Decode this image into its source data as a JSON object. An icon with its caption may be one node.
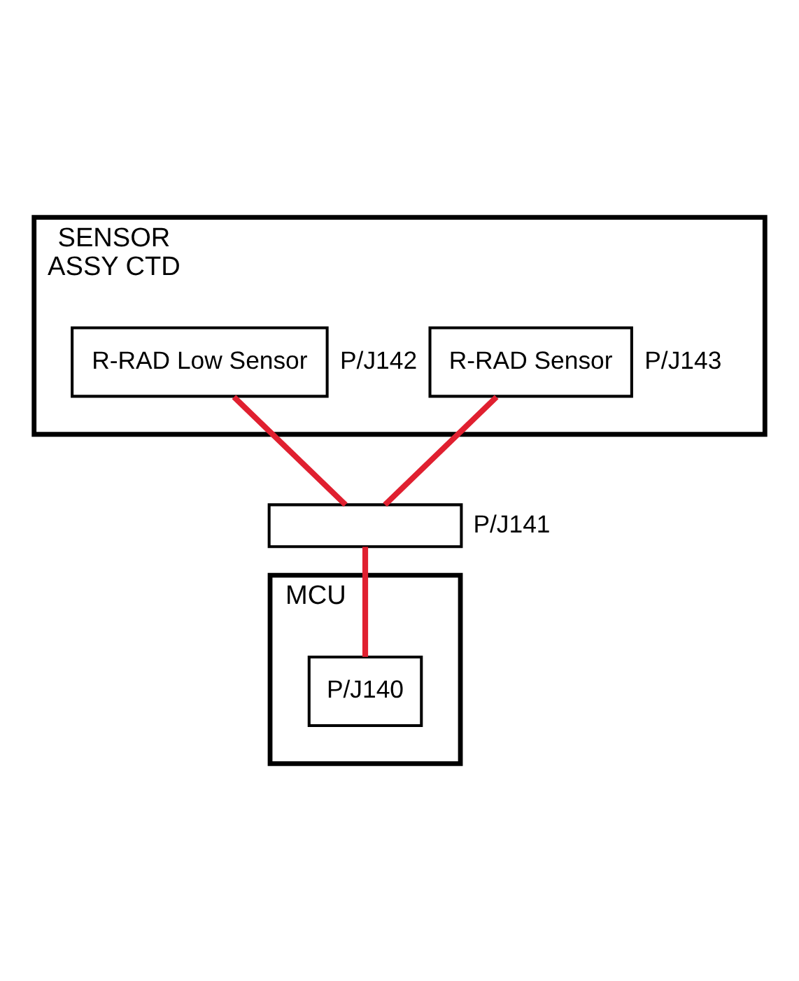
{
  "diagram": {
    "nodes": [
      {
        "text": [
          "SENSOR",
          "ASSY CTD"
        ]
      },
      {
        "text": [
          "R-RAD Low Sensor"
        ],
        "beside": [
          "P/J142"
        ],
        "in": 0
      },
      {
        "text": [
          "R-RAD Sensor"
        ],
        "beside": [
          "P/J143"
        ],
        "in": 0
      },
      {
        "text": [],
        "shape": "box",
        "beside": [
          "P/J141"
        ]
      },
      {
        "text": [
          "MCU"
        ]
      },
      {
        "text": [
          "P/J140"
        ],
        "in": 4
      }
    ],
    "edges": [
      {
        "from": 1,
        "to": 3,
        "arrow": "none"
      },
      {
        "from": 2,
        "to": 3,
        "arrow": "none"
      },
      {
        "from": 3,
        "to": 5,
        "arrow": "none"
      }
    ]
  }
}
